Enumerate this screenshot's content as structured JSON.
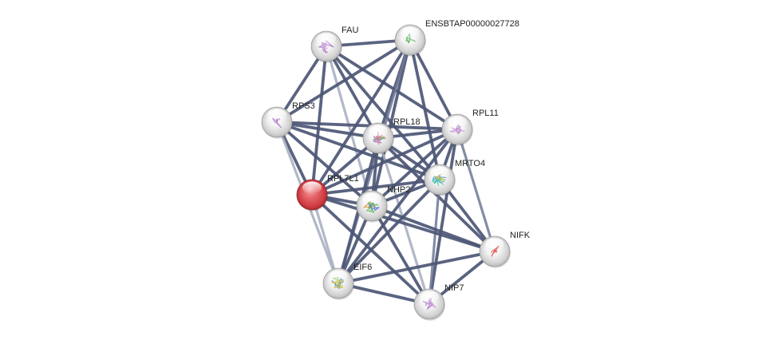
{
  "network": {
    "nodes": [
      {
        "id": "FAU",
        "label": "FAU",
        "color": "#e9e9e9",
        "structure": [
          "#b07cc6",
          "#c99bd8"
        ]
      },
      {
        "id": "ENSBTAP00000027728",
        "label": "ENSBTAP00000027728",
        "color": "#e9e9e9",
        "structure": [
          "#5fb85f"
        ]
      },
      {
        "id": "RPS3",
        "label": "RPS3",
        "color": "#e9e9e9",
        "structure": [
          "#b07cc6"
        ]
      },
      {
        "id": "RPL18",
        "label": "RPL18",
        "color": "#e9e9e9",
        "structure": [
          "#5fb85f",
          "#b07cc6",
          "#e07b7b"
        ]
      },
      {
        "id": "RPL11",
        "label": "RPL11",
        "color": "#e9e9e9",
        "structure": [
          "#b07cc6",
          "#c99bd8"
        ]
      },
      {
        "id": "MRTO4",
        "label": "MRTO4",
        "color": "#e9e9e9",
        "structure": [
          "#5fb85f",
          "#4f8fd6",
          "#d6c24f",
          "#3fc9c2"
        ]
      },
      {
        "id": "RPL7L1",
        "label": "RPL7L1",
        "color": "#d9434a",
        "structure": []
      },
      {
        "id": "NHP2",
        "label": "NHP2",
        "color": "#e9e9e9",
        "structure": [
          "#e0963a",
          "#4f6fd6",
          "#5fb85f"
        ]
      },
      {
        "id": "NIFK",
        "label": "NIFK",
        "color": "#e9e9e9",
        "structure": [
          "#d94a4a"
        ]
      },
      {
        "id": "EIF6",
        "label": "EIF6",
        "color": "#e9e9e9",
        "structure": [
          "#8fc65f",
          "#4f8fd6",
          "#d6c24f"
        ]
      },
      {
        "id": "NIP7",
        "label": "NIP7",
        "color": "#e9e9e9",
        "structure": [
          "#b07cc6",
          "#c99bd8"
        ]
      }
    ],
    "edges": [
      {
        "a": "FAU",
        "b": "ENSBTAP00000027728",
        "score": 0.9
      },
      {
        "a": "FAU",
        "b": "RPS3",
        "score": 0.9
      },
      {
        "a": "FAU",
        "b": "RPL18",
        "score": 0.9
      },
      {
        "a": "FAU",
        "b": "RPL11",
        "score": 0.9
      },
      {
        "a": "FAU",
        "b": "MRTO4",
        "score": 0.9
      },
      {
        "a": "FAU",
        "b": "RPL7L1",
        "score": 0.9
      },
      {
        "a": "FAU",
        "b": "NHP2",
        "score": 0.4
      },
      {
        "a": "ENSBTAP00000027728",
        "b": "RPS3",
        "score": 0.9
      },
      {
        "a": "ENSBTAP00000027728",
        "b": "RPL18",
        "score": 0.9
      },
      {
        "a": "ENSBTAP00000027728",
        "b": "RPL11",
        "score": 0.9
      },
      {
        "a": "ENSBTAP00000027728",
        "b": "MRTO4",
        "score": 0.9
      },
      {
        "a": "ENSBTAP00000027728",
        "b": "RPL7L1",
        "score": 0.9
      },
      {
        "a": "ENSBTAP00000027728",
        "b": "NHP2",
        "score": 0.9
      },
      {
        "a": "ENSBTAP00000027728",
        "b": "EIF6",
        "score": 0.6
      },
      {
        "a": "RPS3",
        "b": "RPL18",
        "score": 0.9
      },
      {
        "a": "RPS3",
        "b": "RPL11",
        "score": 0.9
      },
      {
        "a": "RPS3",
        "b": "MRTO4",
        "score": 0.9
      },
      {
        "a": "RPS3",
        "b": "RPL7L1",
        "score": 0.9
      },
      {
        "a": "RPS3",
        "b": "NHP2",
        "score": 0.9
      },
      {
        "a": "RPS3",
        "b": "EIF6",
        "score": 0.45
      },
      {
        "a": "RPL18",
        "b": "RPL11",
        "score": 0.9
      },
      {
        "a": "RPL18",
        "b": "MRTO4",
        "score": 0.9
      },
      {
        "a": "RPL18",
        "b": "RPL7L1",
        "score": 0.9
      },
      {
        "a": "RPL18",
        "b": "NHP2",
        "score": 0.9
      },
      {
        "a": "RPL18",
        "b": "EIF6",
        "score": 0.9
      },
      {
        "a": "RPL18",
        "b": "NIFK",
        "score": 0.9
      },
      {
        "a": "RPL18",
        "b": "NIP7",
        "score": 0.45
      },
      {
        "a": "RPL11",
        "b": "MRTO4",
        "score": 0.9
      },
      {
        "a": "RPL11",
        "b": "RPL7L1",
        "score": 0.9
      },
      {
        "a": "RPL11",
        "b": "NHP2",
        "score": 0.9
      },
      {
        "a": "RPL11",
        "b": "EIF6",
        "score": 0.9
      },
      {
        "a": "RPL11",
        "b": "NIFK",
        "score": 0.6
      },
      {
        "a": "RPL11",
        "b": "NIP7",
        "score": 0.9
      },
      {
        "a": "MRTO4",
        "b": "RPL7L1",
        "score": 0.9
      },
      {
        "a": "MRTO4",
        "b": "NHP2",
        "score": 0.9
      },
      {
        "a": "MRTO4",
        "b": "EIF6",
        "score": 0.9
      },
      {
        "a": "MRTO4",
        "b": "NIFK",
        "score": 0.9
      },
      {
        "a": "MRTO4",
        "b": "NIP7",
        "score": 0.6
      },
      {
        "a": "RPL7L1",
        "b": "NHP2",
        "score": 0.9
      },
      {
        "a": "RPL7L1",
        "b": "NIFK",
        "score": 0.9
      },
      {
        "a": "RPL7L1",
        "b": "EIF6",
        "score": 0.5
      },
      {
        "a": "RPL7L1",
        "b": "NIP7",
        "score": 0.9
      },
      {
        "a": "NHP2",
        "b": "NIFK",
        "score": 0.9
      },
      {
        "a": "NHP2",
        "b": "EIF6",
        "score": 0.9
      },
      {
        "a": "NHP2",
        "b": "NIP7",
        "score": 0.9
      },
      {
        "a": "NIFK",
        "b": "EIF6",
        "score": 0.9
      },
      {
        "a": "NIFK",
        "b": "NIP7",
        "score": 0.9
      },
      {
        "a": "EIF6",
        "b": "NIP7",
        "score": 0.9
      }
    ]
  }
}
